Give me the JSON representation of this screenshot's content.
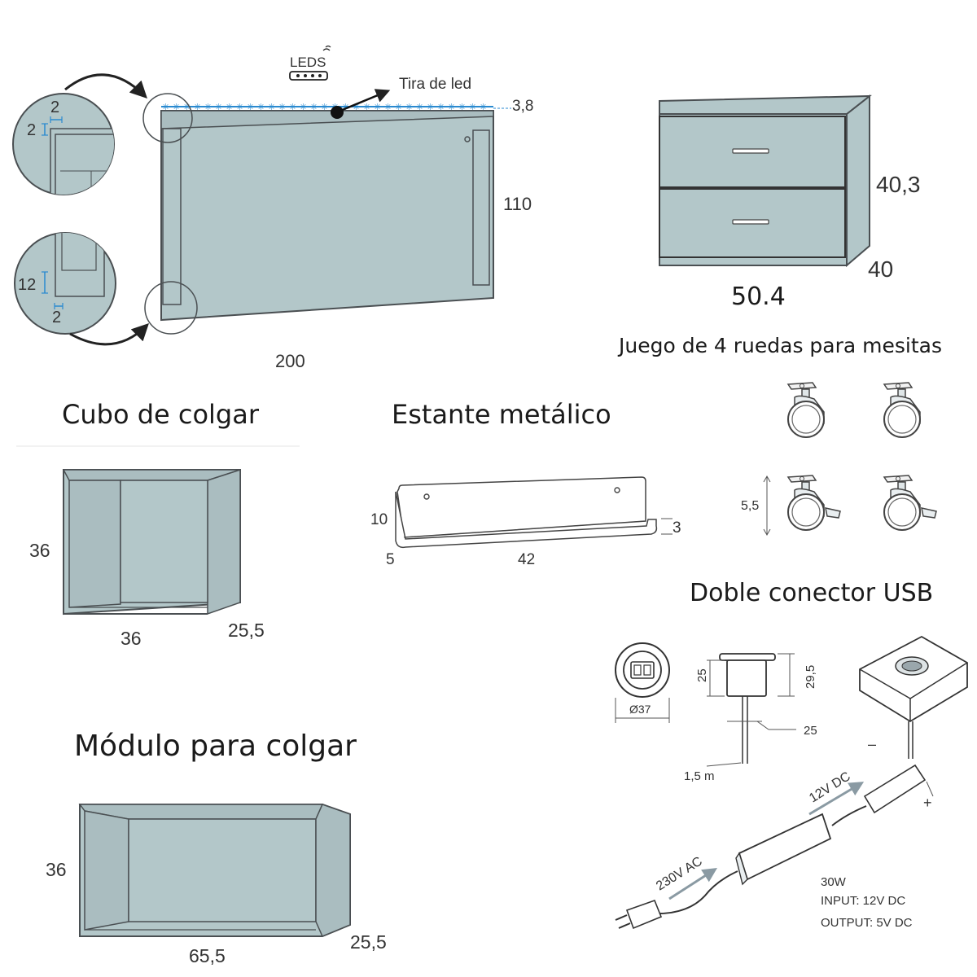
{
  "colors": {
    "panel_fill": "#b3c7c9",
    "panel_stroke": "#4a4f52",
    "led_blue": "#2a8ad0",
    "arrow_grey": "#8a9aa3"
  },
  "headboard": {
    "leds_label": "LEDS",
    "strip_label": "Tira de led",
    "height_label": "3,8",
    "panel_height_label": "110",
    "width_label": "200",
    "detail_top_a": "2",
    "detail_top_b": "2",
    "detail_bottom_a": "12",
    "detail_bottom_b": "2"
  },
  "nightstand": {
    "height_label": "40,3",
    "depth_label": "40",
    "width_label": "50.4"
  },
  "wheels": {
    "title": "Juego de 4 ruedas para mesitas",
    "height_label": "5,5"
  },
  "cube": {
    "title": "Cubo de colgar",
    "height_label": "36",
    "width_label": "36",
    "depth_label": "25,5"
  },
  "shelf": {
    "title": "Estante metálico",
    "height_label": "10",
    "lip_label": "3",
    "depth_label": "5",
    "width_label": "42"
  },
  "module": {
    "title": "Módulo para colgar",
    "height_label": "36",
    "width_label": "65,5",
    "depth_label": "25,5"
  },
  "usb": {
    "title": "Doble conector USB",
    "diameter_label": "Ø37",
    "body_height_label": "25",
    "total_height_label": "29,5",
    "hole_label": "25",
    "cable_label": "1,5 m",
    "dc_label": "12V DC",
    "ac_label": "230V AC",
    "minus_label": "–",
    "plus_label": "+",
    "spec_power": "30W",
    "spec_input": "INPUT: 12V DC",
    "spec_output": "OUTPUT: 5V DC"
  }
}
